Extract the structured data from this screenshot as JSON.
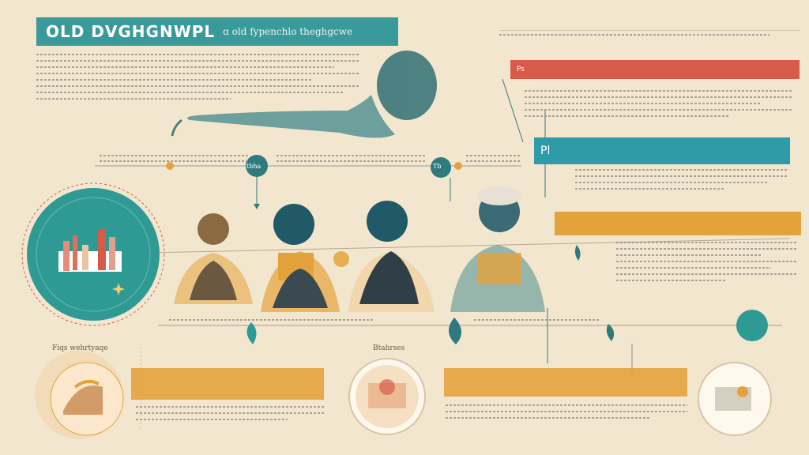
{
  "header": {
    "title": "OLD DVGHGNWPL",
    "subtitle": "ɑ old fypenchlo theghgcwe"
  },
  "labels": {
    "left_caption": "Fiqs wehrtyaqe",
    "center_caption": "Btahrses",
    "node_a": "tbha",
    "node_b": "Pl",
    "node_c": "Ps",
    "node_d": "Tb"
  },
  "colors": {
    "teal": "#3a9a9a",
    "red": "#d85b4a",
    "orange": "#e4a23c",
    "cream": "#f3e6cf"
  },
  "icons": [
    "head-silhouette-icon",
    "person-silhouette-icon",
    "timeline-node-icon",
    "city-icon"
  ]
}
